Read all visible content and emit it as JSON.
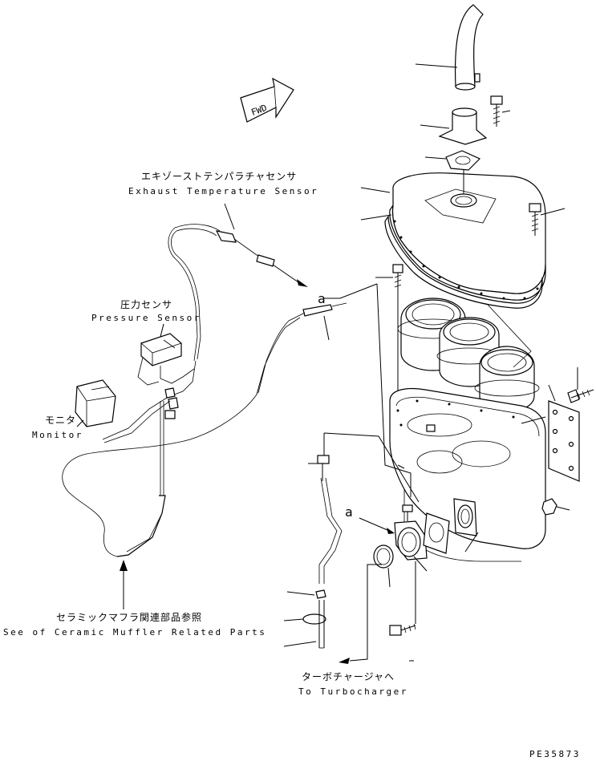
{
  "labels": {
    "fwd": "FWD",
    "exhaust_sensor_jp": "エキゾーストテンパラチャセンサ",
    "exhaust_sensor_en": "Exhaust Temperature Sensor",
    "pressure_sensor_jp": "圧力センサ",
    "pressure_sensor_en": "Pressure Sensor",
    "monitor_jp": "モニタ",
    "monitor_en": "Monitor",
    "ceramic_jp": "セラミックマフラ関連部品参照",
    "ceramic_en": "See of Ceramic Muffler Related Parts",
    "turbo_jp": "ターボチャージャへ",
    "turbo_en": "To Turbocharger",
    "ref_a1": "a",
    "ref_a2": "a",
    "drawing_no": "PE35873"
  }
}
